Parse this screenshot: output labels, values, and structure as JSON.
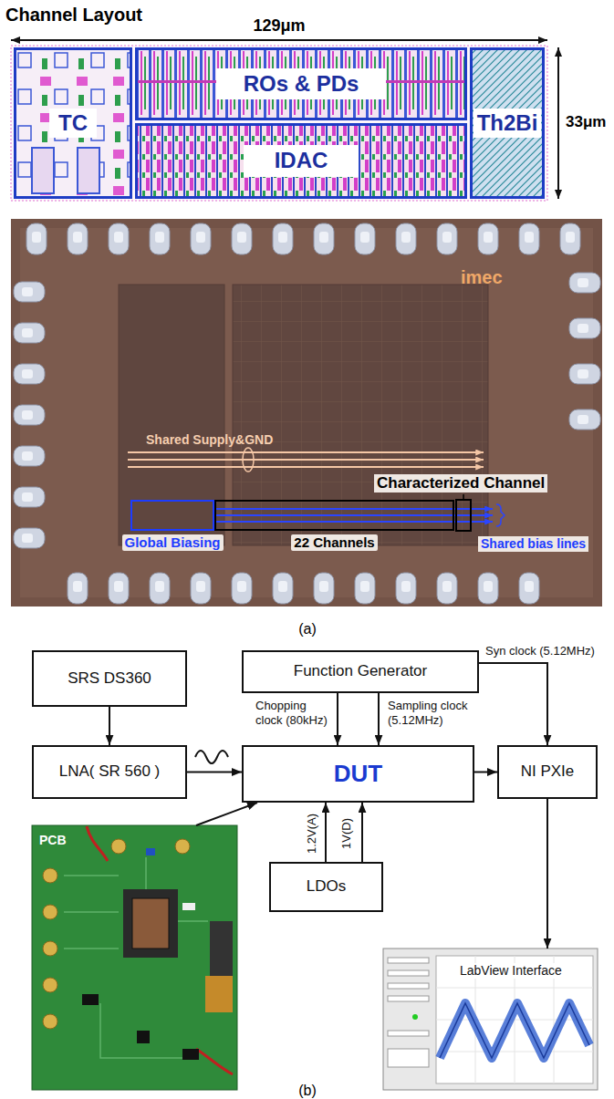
{
  "diagram": {
    "nodes": [
      {
        "text": [
          "TC"
        ]
      },
      {
        "text": [
          "ROs & PDs"
        ]
      },
      {
        "text": [
          "IDAC"
        ]
      },
      {
        "text": [
          "Th2Bi"
        ]
      },
      {
        "text": [
          "Global Biasing"
        ]
      },
      {
        "text": [
          "22 Channels"
        ]
      },
      {
        "text": [
          "SRS DS360"
        ]
      },
      {
        "text": [
          "Function Generator"
        ]
      },
      {
        "text": [
          "LNA( SR 560 )"
        ]
      },
      {
        "text": [
          "DUT"
        ]
      },
      {
        "text": [
          "NI PXIe"
        ]
      },
      {
        "text": [
          "LDOs"
        ]
      },
      {
        "text": [
          "PCB"
        ]
      },
      {
        "text": [
          "LabView Interface"
        ]
      }
    ],
    "edges": [
      {
        "from": 6,
        "to": 8,
        "arrow": "to"
      },
      {
        "from": 8,
        "to": 9,
        "arrow": "to"
      },
      {
        "from": 7,
        "to": 9,
        "label": "Chopping clock (80kHz)",
        "arrow": "to"
      },
      {
        "from": 7,
        "to": 9,
        "label": "Sampling clock (5.12MHz)",
        "arrow": "to"
      },
      {
        "from": 7,
        "to": 10,
        "label": "Syn clock (5.12MHz)",
        "arrow": "to"
      },
      {
        "from": 9,
        "to": 10,
        "arrow": "to"
      },
      {
        "from": 11,
        "to": 9,
        "label": "1.2V(A)",
        "arrow": "to"
      },
      {
        "from": 11,
        "to": 9,
        "label": "1V(D)",
        "arrow": "to"
      },
      {
        "from": 12,
        "to": 9,
        "arrow": "to"
      },
      {
        "from": 10,
        "to": 13,
        "arrow": "to"
      }
    ],
    "labels": [
      "Channel Layout",
      "129μm",
      "33μm",
      "imec",
      "Shared Supply&GND",
      "Characterized Channel",
      "Shared bias lines",
      "(a)",
      "(b)"
    ]
  }
}
